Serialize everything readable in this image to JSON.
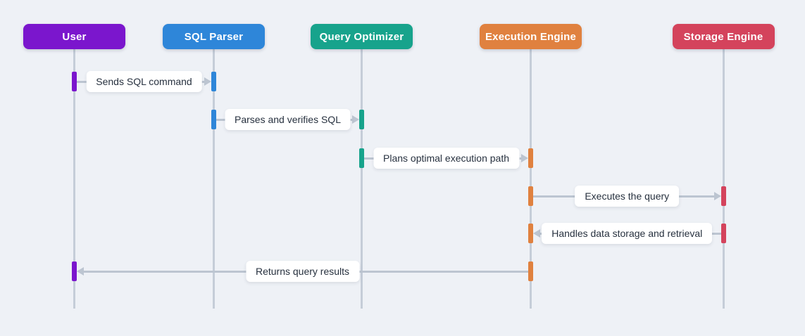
{
  "canvas": {
    "background": "#eef1f6"
  },
  "diagram": {
    "type": "sequence-diagram",
    "actors": [
      {
        "id": "user",
        "label": "User",
        "color": "#7b16cd"
      },
      {
        "id": "sql-parser",
        "label": "SQL Parser",
        "color": "#2e86d9"
      },
      {
        "id": "query-optimizer",
        "label": "Query Optimizer",
        "color": "#17a38c"
      },
      {
        "id": "execution-engine",
        "label": "Execution Engine",
        "color": "#e0813f"
      },
      {
        "id": "storage-engine",
        "label": "Storage Engine",
        "color": "#d4435c"
      }
    ],
    "messages": [
      {
        "label": "Sends SQL command",
        "from": 0,
        "to": 1
      },
      {
        "label": "Parses and verifies SQL",
        "from": 1,
        "to": 2
      },
      {
        "label": "Plans optimal execution path",
        "from": 2,
        "to": 3
      },
      {
        "label": "Executes the query",
        "from": 3,
        "to": 4
      },
      {
        "label": "Handles data storage and retrieval",
        "from": 4,
        "to": 3
      },
      {
        "label": "Returns query results",
        "from": 3,
        "to": 0
      }
    ],
    "colors": {
      "lifeline": "#c5cdd8",
      "arrow": "#bcc5d1",
      "label_text": "#27313f",
      "label_bg": "#ffffff"
    }
  }
}
